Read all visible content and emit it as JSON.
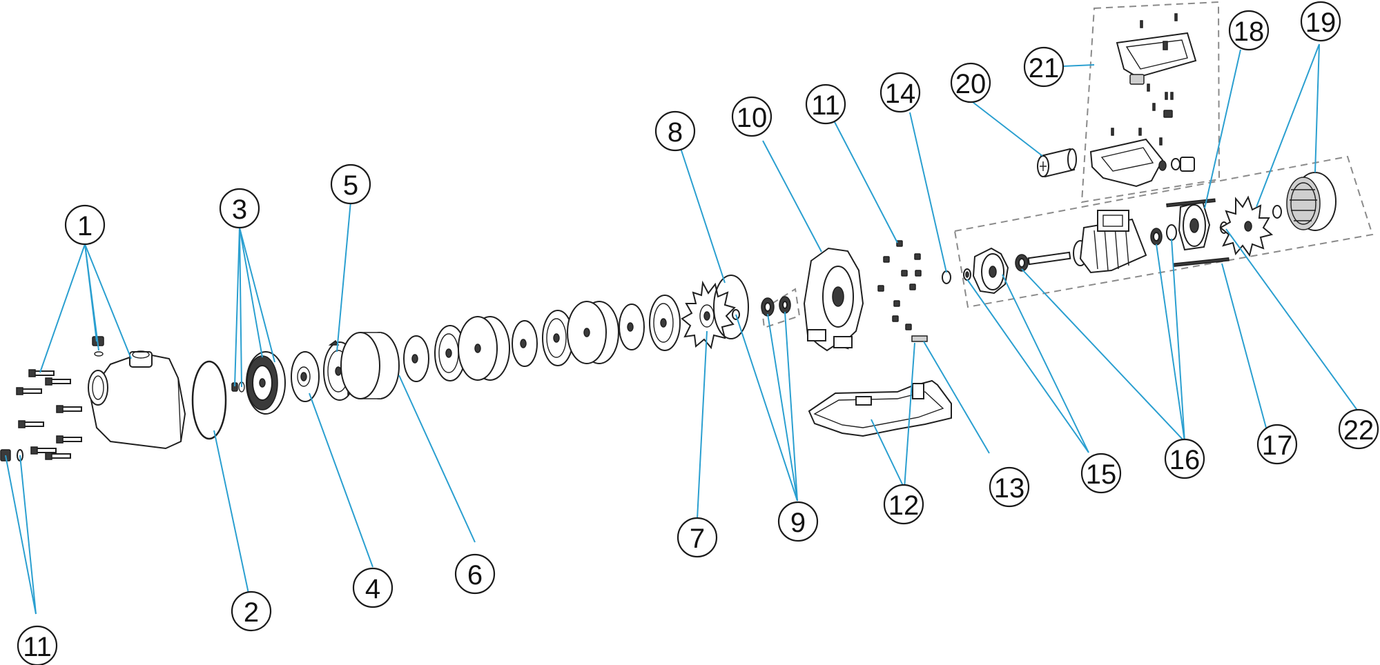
{
  "diagram": {
    "callouts": [
      "1",
      "2",
      "3",
      "4",
      "5",
      "6",
      "7",
      "8",
      "9",
      "10",
      "11",
      "11",
      "12",
      "13",
      "14",
      "15",
      "16",
      "17",
      "18",
      "19",
      "20",
      "21",
      "22"
    ]
  },
  "colors": {
    "leader": "#2a9fd0",
    "outline": "#1f1f1f",
    "group_box": "#8a8a8a"
  }
}
